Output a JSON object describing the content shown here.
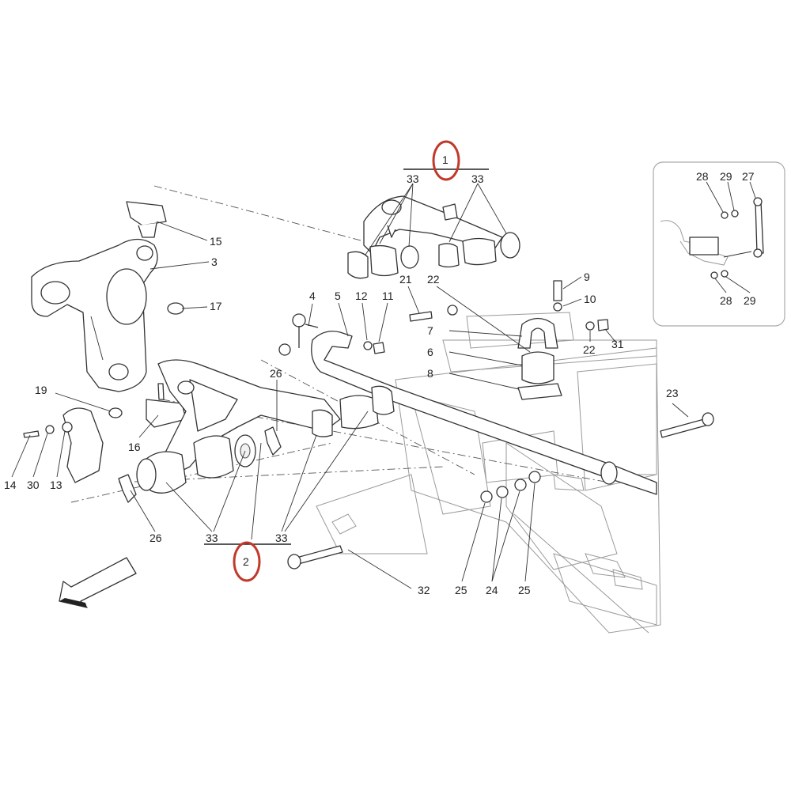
{
  "diagram": {
    "callouts": {
      "c1": "1",
      "c2": "2",
      "c3": "3",
      "c4": "4",
      "c5": "5",
      "c6": "6",
      "c7": "7",
      "c8": "8",
      "c9": "9",
      "c10": "10",
      "c11": "11",
      "c12": "12",
      "c13": "13",
      "c14": "14",
      "c15": "15",
      "c16": "16",
      "c17": "17",
      "c19": "19",
      "c21": "21",
      "c22a": "22",
      "c22b": "22",
      "c23": "23",
      "c24": "24",
      "c25a": "25",
      "c25b": "25",
      "c26a": "26",
      "c26b": "26",
      "c30": "30",
      "c31": "31",
      "c32": "32",
      "c33a": "33",
      "c33b": "33",
      "c33c": "33",
      "c33d": "33",
      "i27": "27",
      "i28a": "28",
      "i29a": "29",
      "i28b": "28",
      "i29b": "29"
    },
    "highlight_color": "#c0392b",
    "line_color": "#333333"
  }
}
